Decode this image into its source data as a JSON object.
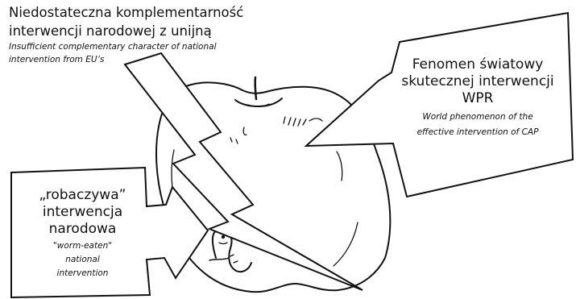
{
  "top_left": {
    "pl_line1": "Niedostateczna komplementarność",
    "pl_line2": "interwencji narodowej z unijną",
    "en_line1": "Insufficient complementary character of national",
    "en_line2": "intervention from EU’s"
  },
  "right_callout": {
    "pl_line1": "Fenomen światowy",
    "pl_line2": "skutecznej interwencji",
    "pl_line3": "WPR",
    "en_line1": "World phenomenon of the",
    "en_line2": "effective intervention of CAP"
  },
  "left_callout": {
    "pl_line1": "„robaczywa”",
    "pl_line2": "interwencja",
    "pl_line3": "narodowa",
    "en_line1": "\"worm-eaten\"",
    "en_line2": "national",
    "en_line3": "intervention"
  },
  "colors": {
    "stroke": "#111111",
    "background": "#ffffff"
  },
  "icons": [
    "apple-icon",
    "worm-icon",
    "lightning-bolt-icon"
  ]
}
